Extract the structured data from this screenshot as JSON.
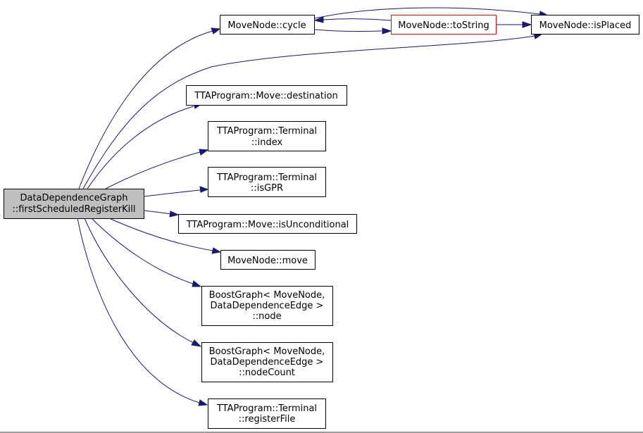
{
  "nodes": {
    "root": [
      "DataDependenceGraph",
      "::firstScheduledRegisterKill"
    ],
    "cycle": [
      "MoveNode::cycle"
    ],
    "tostring": [
      "MoveNode::toString"
    ],
    "isplaced": [
      "MoveNode::isPlaced"
    ],
    "destination": [
      "TTAProgram::Move::destination"
    ],
    "index": [
      "TTAProgram::Terminal",
      "::index"
    ],
    "isgpr": [
      "TTAProgram::Terminal",
      "::isGPR"
    ],
    "isunconditional": [
      "TTAProgram::Move::isUnconditional"
    ],
    "move": [
      "MoveNode::move"
    ],
    "node": [
      "BoostGraph< MoveNode,",
      "DataDependenceEdge >",
      "::node"
    ],
    "nodecount": [
      "BoostGraph< MoveNode,",
      "DataDependenceEdge >",
      "::nodeCount"
    ],
    "registerfile": [
      "TTAProgram::Terminal",
      "::registerFile"
    ]
  },
  "colors": {
    "edge": "#191970",
    "root_fill": "#bfbfbf",
    "highlight_border": "#ff0000"
  }
}
